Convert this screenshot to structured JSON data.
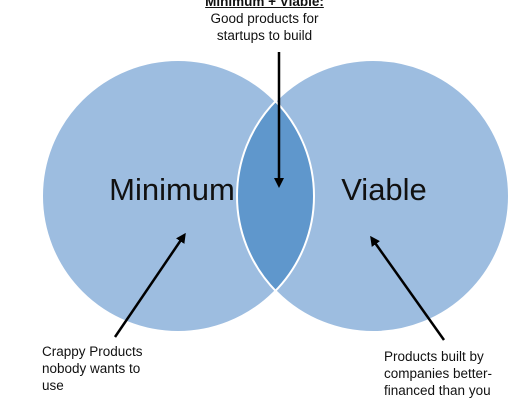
{
  "circles": {
    "left": {
      "label": "Minimum",
      "color": "#9dbde0",
      "stroke": "#ffffff"
    },
    "right": {
      "label": "Viable",
      "color": "#9dbde0",
      "stroke": "#ffffff"
    },
    "overlap_color": "#5f97cc"
  },
  "annotations": {
    "overlap": {
      "title": "Minimum + Viable:",
      "lines": [
        "Good products for",
        "startups to build"
      ]
    },
    "left": {
      "lines": [
        "Crappy Products",
        "nobody wants to",
        "use"
      ]
    },
    "right": {
      "lines": [
        "Products built by",
        "companies better-",
        "financed than you"
      ]
    }
  },
  "arrow_color": "#000000"
}
